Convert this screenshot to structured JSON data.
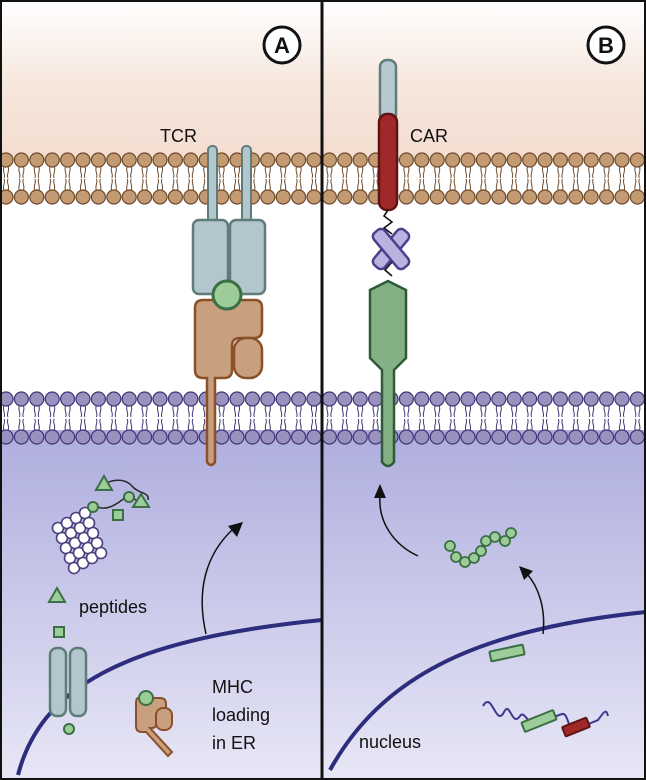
{
  "panels": {
    "a": {
      "badge": "A",
      "receptor_label": "TCR",
      "peptides_label": "peptides",
      "mhc_label_lines": [
        "MHC",
        "loading",
        "in ER"
      ]
    },
    "b": {
      "badge": "B",
      "receptor_label": "CAR",
      "nucleus_label": "nucleus"
    }
  },
  "colors": {
    "target_membrane": "#c39a72",
    "tcell_membrane": "#9b91bf",
    "cytoplasm": "#aeadde",
    "extracellular_tint": "#f6e6dc",
    "tcr": "#b3c5cd",
    "mhc": "#c8a07f",
    "peptide": "#9ccc98",
    "car_signal": "#83b185",
    "car_hinge": "#a12828",
    "car_scfv": "#b7c8d1",
    "proteasome": "#ffffff",
    "nucleus_envelope": "#2d2d7e"
  },
  "icons": {
    "tcr": "tcr-receptor-icon",
    "car": "car-receptor-icon",
    "proteasome": "proteasome-icon",
    "tap": "tap-transporter-icon",
    "mhc_in_er": "mhc-in-er-icon",
    "mrna": "mrna-icon"
  }
}
